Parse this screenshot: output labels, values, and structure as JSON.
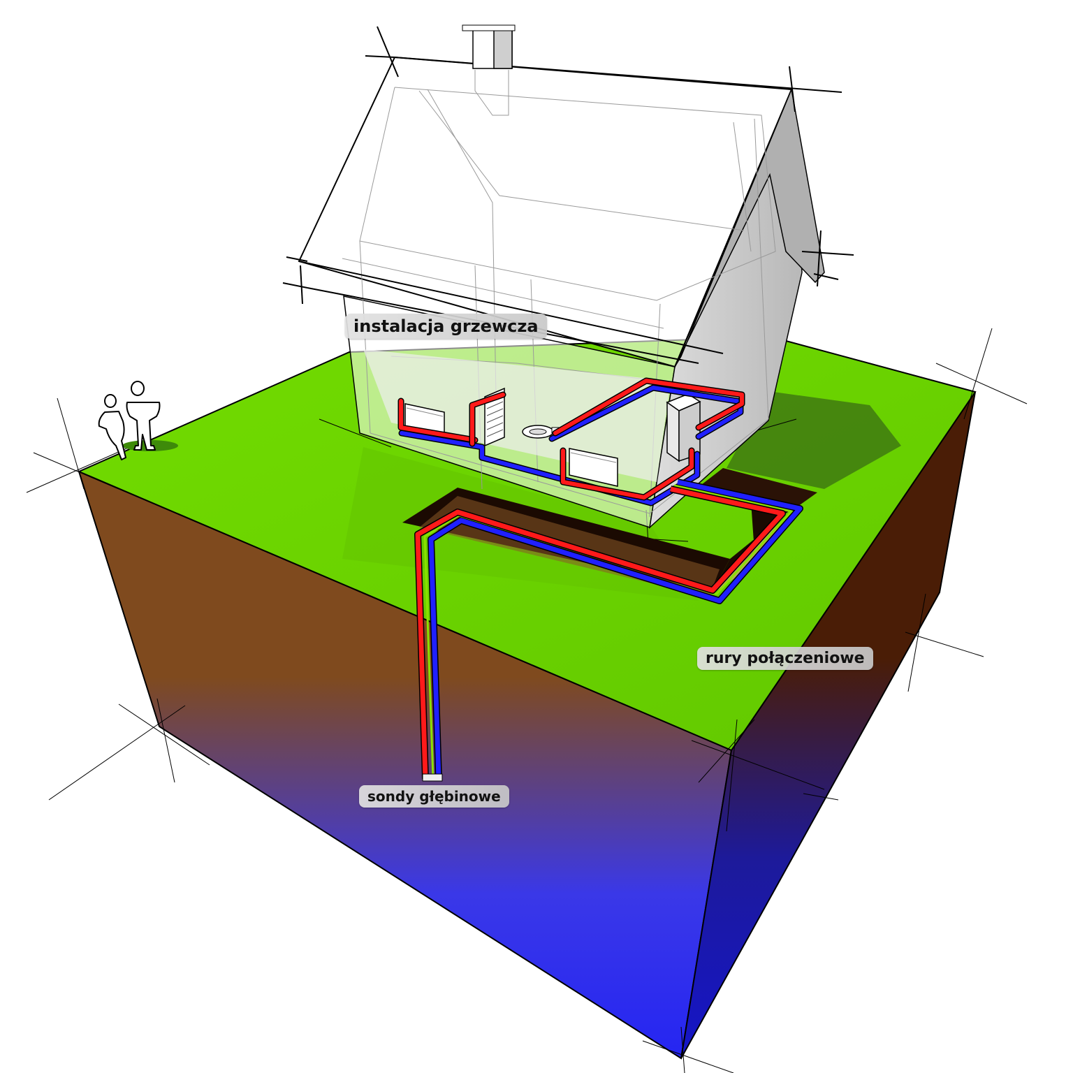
{
  "labels": {
    "heating_installation": "instalacja grzewcza",
    "connecting_pipes": "rury połączeniowe",
    "depth_probes": "sondy głębinowe"
  },
  "colors": {
    "grass": "#6fd700",
    "soil": "#7f4a1e",
    "soil_dark": "#4a2008",
    "groundwater": "#2b2bf0",
    "hot_pipe": "#ff1a1a",
    "cold_pipe": "#2020ff",
    "wall_gray": "#c8c8c8"
  }
}
